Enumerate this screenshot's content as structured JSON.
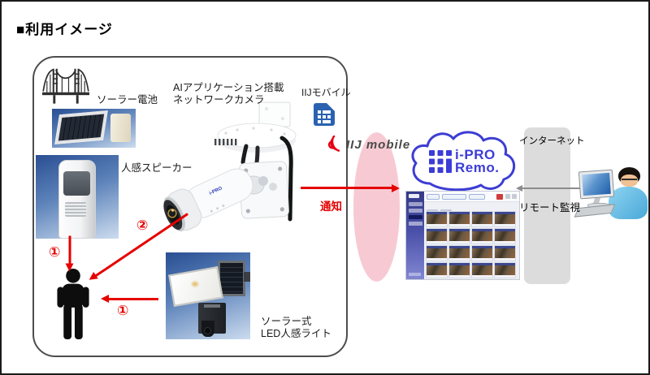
{
  "title": "■利用イメージ",
  "site": {
    "solar_battery_label": "ソーラー電池",
    "speaker_label": "人感スピーカー",
    "camera_label_line1": "AIアプリケーション搭載",
    "camera_label_line2": "ネットワークカメラ",
    "camera_brand": "i-PRO",
    "sim_label": "IIJモバイル",
    "led_light_label_line1": "ソーラー式",
    "led_light_label_line2": "LED人感ライト",
    "step_speaker": "①",
    "step_camera": "②",
    "step_light": "①"
  },
  "network": {
    "carrier_logo_text": "IIJ mobile",
    "notification_label": "通知",
    "internet_label": "インターネット"
  },
  "cloud_service": {
    "name_line1": "i-PRO",
    "name_line2": "Remo."
  },
  "monitoring": {
    "remote_label": "リモート監視",
    "thumbnail_count": 16,
    "sidebar_item_count": 4
  },
  "icons": {
    "bridge": "bridge-icon",
    "sim_card": "sim-card-icon",
    "carrier_signal": "radio-wave-icon",
    "cloud": "cloud-icon",
    "person": "person-icon",
    "operator": "operator-at-pc-icon"
  },
  "colors": {
    "arrow_red": "#e60000",
    "cloud_blue": "#3c3cd8",
    "pink_zone": "#f7cad3",
    "sim_blue": "#2a62b0",
    "internet_bar": "#dcdcdc"
  }
}
